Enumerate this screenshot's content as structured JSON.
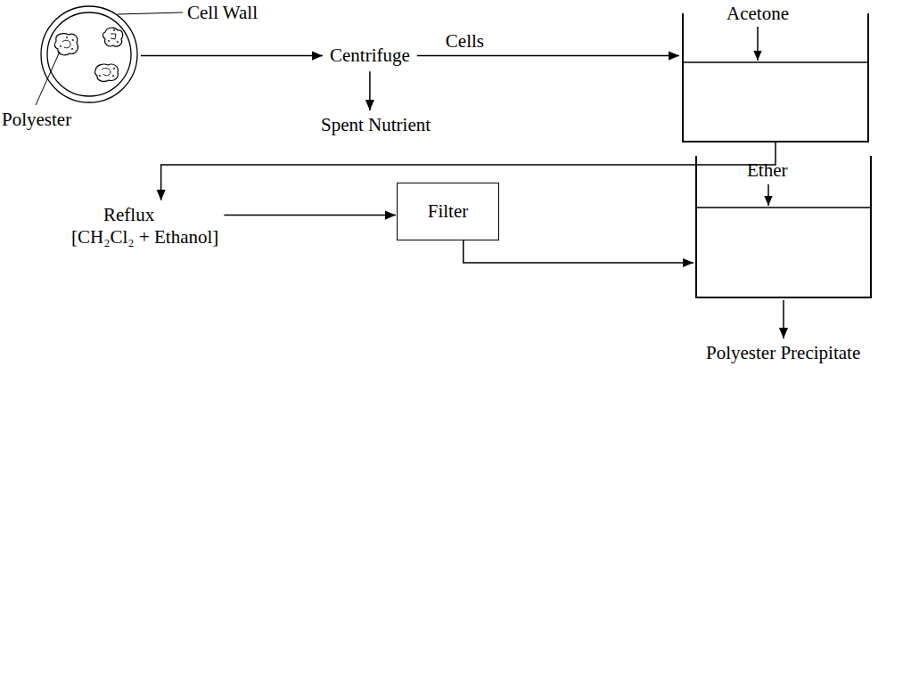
{
  "diagram": {
    "nodes": [
      {
        "text": [
          "Cell Wall",
          "Polyester"
        ]
      },
      {
        "text": [
          "Centrifuge"
        ]
      },
      {
        "text": [
          "Spent Nutrient"
        ]
      },
      {
        "text": [
          "Acetone"
        ]
      },
      {
        "text": [
          "Reflux",
          "[CH₂Cl₂ + Ethanol]"
        ]
      },
      {
        "text": [
          "Filter"
        ]
      },
      {
        "text": [
          "Ether"
        ]
      },
      {
        "text": [
          "Polyester Precipitate"
        ]
      }
    ],
    "edges": [
      {
        "from": 0,
        "to": 1,
        "arrow": "to"
      },
      {
        "from": 1,
        "to": 2,
        "arrow": "to"
      },
      {
        "from": 1,
        "to": 3,
        "label": "Cells",
        "arrow": "to"
      },
      {
        "from": 3,
        "to": 4,
        "arrow": "to"
      },
      {
        "from": 4,
        "to": 5,
        "arrow": "to"
      },
      {
        "from": 5,
        "to": 6,
        "arrow": "to"
      },
      {
        "from": 6,
        "to": 7,
        "arrow": "to"
      }
    ]
  }
}
